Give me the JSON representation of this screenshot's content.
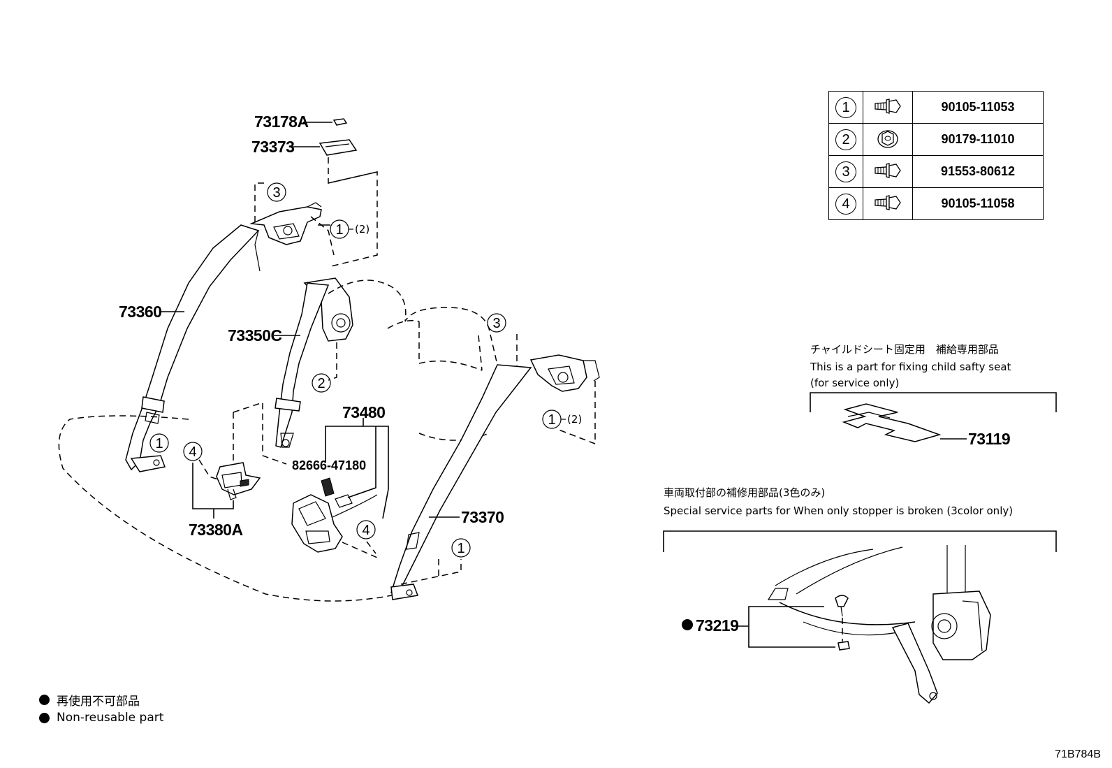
{
  "callouts": {
    "p73178A": "73178A",
    "p73373": "73373",
    "p73360": "73360",
    "p73350C": "73350C",
    "p73480": "73480",
    "p82666": "82666-47180",
    "p73380A": "73380A",
    "p73370": "73370",
    "p73119": "73119",
    "p73219": "73219"
  },
  "fastener_keys": {
    "k1": "1",
    "k2": "2",
    "k3": "3",
    "k4": "4",
    "k1_qty": "(2)"
  },
  "fastener_table": [
    {
      "key": "1",
      "part_number": "90105-11053",
      "icon": "flange-bolt-icon"
    },
    {
      "key": "2",
      "part_number": "90179-11010",
      "icon": "flange-nut-icon"
    },
    {
      "key": "3",
      "part_number": "91553-80612",
      "icon": "flange-bolt-icon"
    },
    {
      "key": "4",
      "part_number": "90105-11058",
      "icon": "flange-bolt-icon"
    }
  ],
  "child_seat_note": {
    "japanese": "チャイルドシート固定用　補給専用部品",
    "english_line1": "This is a part for fixing child safty seat",
    "english_line2": "(for service only)"
  },
  "special_service_note": {
    "japanese": "車両取付部の補修用部品(3色のみ)",
    "english": "Special service parts for When only stopper is broken (3color only)"
  },
  "legend": {
    "japanese": "再使用不可部品",
    "english": "Non-reusable part"
  },
  "diagram_code": "71B784B"
}
